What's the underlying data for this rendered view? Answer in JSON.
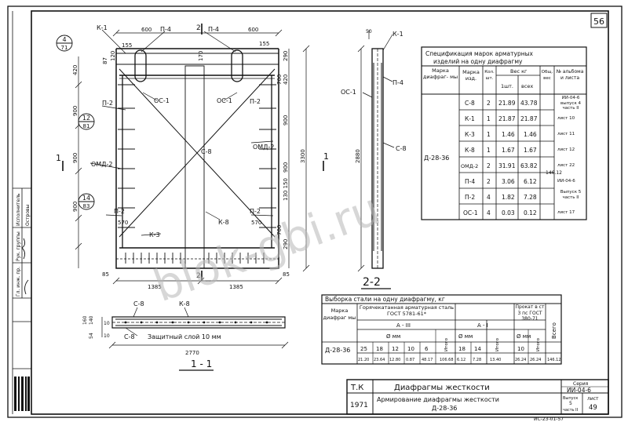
{
  "page_number": "56",
  "sheet_ref": "ИС-23-01-57",
  "watermark": "blok-gbi.ru",
  "title_block": {
    "project": "Т.К",
    "year": "1971",
    "title": "Диафрагмы жесткости",
    "subtitle_1": "Армирование диафрагмы жесткости",
    "subtitle_2": "Д-28-36",
    "series_label": "Серия",
    "series": "ИИ-04-6",
    "issue_label": "Выпуск",
    "issue": "5",
    "part_label": "часть",
    "part": "II",
    "sheet_label": "лист",
    "sheet": "49"
  },
  "stamp": {
    "rows": [
      "Гл. инж. пр.",
      "Рук. группы",
      "Исполнитель"
    ],
    "names": [
      "",
      "Островы",
      ""
    ]
  },
  "drawing": {
    "labels": {
      "k1": "К-1",
      "p4": "П-4",
      "p2": "П-2",
      "os1": "ОС-1",
      "c8": "С-8",
      "omd2": "ОМД-2",
      "k8": "К-8",
      "k3": "К-3",
      "section_mark": "1",
      "section_22": "2-2",
      "section_11": "1 - 1",
      "section_2": "2",
      "protect_layer": "Защитный слой 10 мм",
      "callout_4_71": [
        "4",
        "71"
      ],
      "callout_12_81": [
        "12",
        "81"
      ],
      "callout_14_83": [
        "14",
        "83"
      ]
    },
    "dims": {
      "top_600_left": "600",
      "top_600_right": "600",
      "d155_left": "155",
      "d155_right": "155",
      "d170_a": "170",
      "d170_b": "170",
      "d120": "120",
      "d87": "87",
      "d290_top": "290",
      "d420_left": "420",
      "d700_top": "700",
      "d420_right": "420",
      "d900_1": "900",
      "d900_2": "900",
      "d900_3": "900",
      "d900_r1": "900",
      "d900_r2": "900",
      "d3300": "3300",
      "d130_150": "130 150",
      "d700_bottom": "700",
      "d570_left": "570",
      "d570_right": "570",
      "d290_bottom": "290",
      "d85_left": "85",
      "d85_right": "85",
      "d1385_left": "1385",
      "d1385_right": "1385",
      "d2880": "2880",
      "d50": "50",
      "d140": "140",
      "d54": "54",
      "d10_a": "10",
      "d10_b": "10",
      "d2770": "2770",
      "d160": "160"
    }
  },
  "spec_table": {
    "title_1": "Спецификация марок арматурных",
    "title_2": "изделий на одну диафрагму",
    "headers": {
      "mark_diaphragm": "Марка диафраг- мы",
      "mark_item": "Марка изд.",
      "qty": "Кол. шт.",
      "weight": "Вес кг",
      "weight_one": "1шт.",
      "weight_all": "всех",
      "total_weight": "Общ. вес",
      "album": "№ альбома и листа"
    },
    "diaphragm": "Д-28-36",
    "total": "146.12",
    "rows": [
      {
        "mark": "С-8",
        "qty": "2",
        "w1": "21.89",
        "wall": "43.78",
        "ref": "ИИ-04-6 выпуск 4 часть II"
      },
      {
        "mark": "К-1",
        "qty": "1",
        "w1": "21.87",
        "wall": "21.87",
        "ref": "лист 10"
      },
      {
        "mark": "К-3",
        "qty": "1",
        "w1": "1.46",
        "wall": "1.46",
        "ref": "лист 11"
      },
      {
        "mark": "К-8",
        "qty": "1",
        "w1": "1.67",
        "wall": "1.67",
        "ref": "лист 12"
      },
      {
        "mark": "ОМД-2",
        "qty": "2",
        "w1": "31.91",
        "wall": "63.82",
        "ref": "лист 22"
      },
      {
        "mark": "П-4",
        "qty": "2",
        "w1": "3.06",
        "wall": "6.12",
        "ref": "ИИ-04-6"
      },
      {
        "mark": "П-2",
        "qty": "4",
        "w1": "1.82",
        "wall": "7.28",
        "ref": "Выпуск 5 часть II"
      },
      {
        "mark": "ОС-1",
        "qty": "4",
        "w1": "0.03",
        "wall": "0.12",
        "ref": "лист 17"
      }
    ]
  },
  "steel_table": {
    "title": "Выборка стали на одну диафрагму, кг",
    "col_mark": "Марка диафраг мы",
    "hot_rolled": "Горячекатанная арматурная сталь ГОСТ 5781-61*",
    "class_a3": "А - III",
    "class_a1": "А - I",
    "prokat": "Прокат в ст 3 пс ГОСТ 380-71",
    "diam": "Ø мм",
    "itogo": "Итого",
    "vsego": "Всего",
    "diameters_a3": [
      "25",
      "18",
      "12",
      "10",
      "6"
    ],
    "diameters_a1": [
      "18",
      "14"
    ],
    "diameters_pr": [
      "10"
    ],
    "mark": "Д-28-36",
    "values_a3": [
      "21.20",
      "23.64",
      "12.80",
      "0.87",
      "48.17"
    ],
    "itogo_a3": "106.68",
    "values_a1": [
      "6.12",
      "7.28"
    ],
    "itogo_a1": "13.40",
    "values_pr": [
      "26.24"
    ],
    "itogo_pr": "26.24",
    "total": "146.12"
  }
}
